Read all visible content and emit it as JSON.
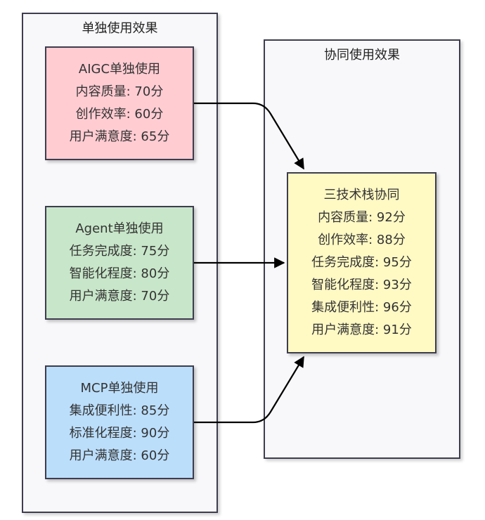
{
  "clusters": {
    "left": {
      "title": "单独使用效果"
    },
    "right": {
      "title": "协同使用效果"
    }
  },
  "nodes": {
    "aigc": {
      "title": "AIGC单独使用",
      "lines": [
        "内容质量: 70分",
        "创作效率: 60分",
        "用户满意度: 65分"
      ],
      "fill": "#ffccd2"
    },
    "agent": {
      "title": "Agent单独使用",
      "lines": [
        "任务完成度: 75分",
        "智能化程度: 80分",
        "用户满意度: 70分"
      ],
      "fill": "#c8e6c9"
    },
    "mcp": {
      "title": "MCP单独使用",
      "lines": [
        "集成便利性: 85分",
        "标准化程度: 90分",
        "用户满意度: 60分"
      ],
      "fill": "#bbdefb"
    },
    "combined": {
      "title": "三技术栈协同",
      "lines": [
        "内容质量: 92分",
        "创作效率: 88分",
        "任务完成度: 95分",
        "智能化程度: 93分",
        "集成便利性: 96分",
        "用户满意度: 91分"
      ],
      "fill": "#fff9c4"
    }
  },
  "edges": [
    {
      "from": "aigc",
      "to": "combined"
    },
    {
      "from": "agent",
      "to": "combined"
    },
    {
      "from": "mcp",
      "to": "combined"
    }
  ]
}
